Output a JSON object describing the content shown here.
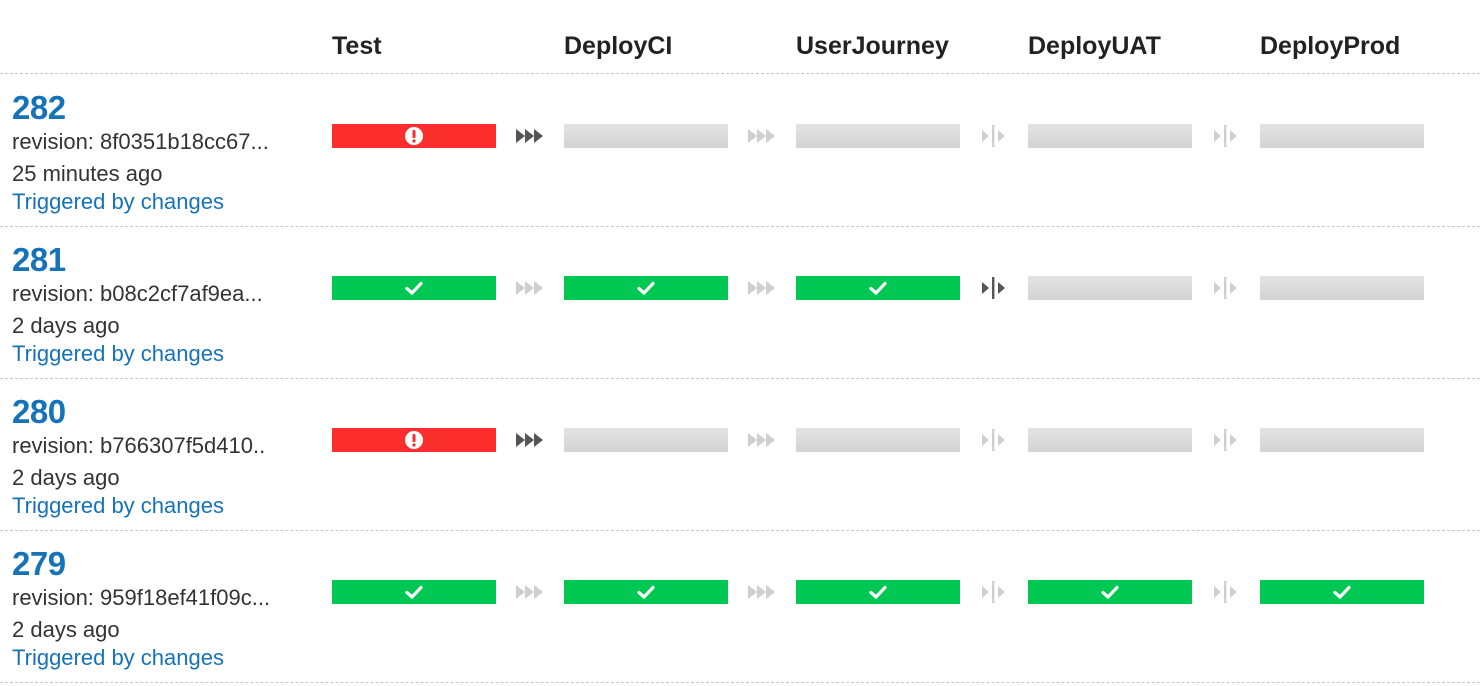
{
  "stages": [
    "Test",
    "DeployCI",
    "UserJourney",
    "DeployUAT",
    "DeployProd"
  ],
  "runs": [
    {
      "counter": "282",
      "revision_prefix": "revision: ",
      "revision": "8f0351b18cc67...",
      "time": "25 minutes ago",
      "trigger": "Triggered by changes",
      "stage_status": [
        "failed",
        "pending",
        "pending",
        "pending",
        "pending"
      ],
      "transitions": [
        "auto-active",
        "auto-inactive",
        "manual-inactive",
        "manual-inactive"
      ]
    },
    {
      "counter": "281",
      "revision_prefix": "revision: ",
      "revision": "b08c2cf7af9ea...",
      "time": "2 days ago",
      "trigger": "Triggered by changes",
      "stage_status": [
        "passed",
        "passed",
        "passed",
        "pending",
        "pending"
      ],
      "transitions": [
        "auto-inactive",
        "auto-inactive",
        "manual-active",
        "manual-inactive"
      ]
    },
    {
      "counter": "280",
      "revision_prefix": "revision: ",
      "revision": "b766307f5d410..",
      "time": "2 days ago",
      "trigger": "Triggered by changes",
      "stage_status": [
        "failed",
        "pending",
        "pending",
        "pending",
        "pending"
      ],
      "transitions": [
        "auto-active",
        "auto-inactive",
        "manual-inactive",
        "manual-inactive"
      ]
    },
    {
      "counter": "279",
      "revision_prefix": "revision: ",
      "revision": "959f18ef41f09c...",
      "time": "2 days ago",
      "trigger": "Triggered by changes",
      "stage_status": [
        "passed",
        "passed",
        "passed",
        "passed",
        "passed"
      ],
      "transitions": [
        "auto-inactive",
        "auto-inactive",
        "manual-inactive",
        "manual-inactive"
      ]
    }
  ],
  "colors": {
    "failed": "#fc2d2d",
    "passed": "#00c853",
    "pending": "#dcdcdc",
    "link": "#1673b8",
    "transition_active": "#555555",
    "transition_inactive": "#cfcfcf"
  },
  "icons": {
    "failed": "exclamation-circle-icon",
    "passed": "check-icon",
    "auto": "fast-forward-icon",
    "manual": "manual-gate-icon"
  }
}
